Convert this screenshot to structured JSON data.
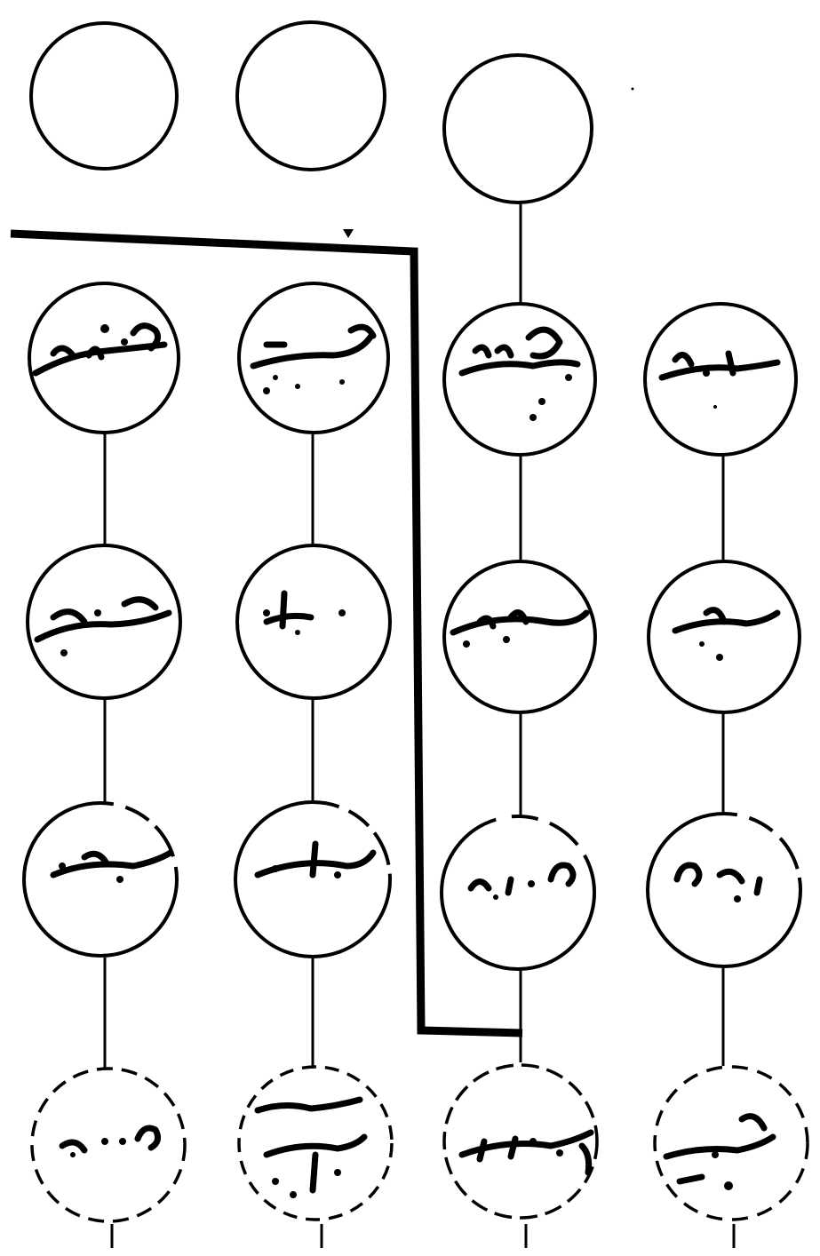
{
  "colors": {
    "ink": "#000000",
    "paper": "#ffffff"
  },
  "diagram": {
    "kind": "genealogical tree of handwritten name roundels",
    "columns": 4,
    "top_row_empty_circles": 3,
    "rows_with_names": 4,
    "dashed_bottom_row": true,
    "thick_boundary_line": true
  }
}
